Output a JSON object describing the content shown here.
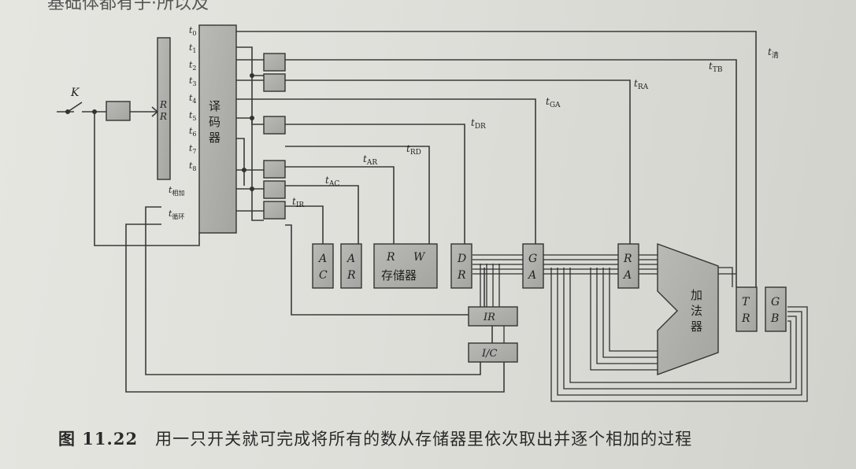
{
  "top_text": "基础体都有子·所以及",
  "caption": {
    "number": "图 11.22",
    "text": "用一只开关就可完成将所有的数从存储器里依次取出并逐个相加的过程"
  },
  "switch_label": "K",
  "rr_register": [
    "R",
    "R"
  ],
  "decoder": [
    "译",
    "码",
    "器"
  ],
  "decoder_outputs": [
    {
      "main": "t",
      "sub": "0"
    },
    {
      "main": "t",
      "sub": "1"
    },
    {
      "main": "t",
      "sub": "2"
    },
    {
      "main": "t",
      "sub": "3"
    },
    {
      "main": "t",
      "sub": "4"
    },
    {
      "main": "t",
      "sub": "5"
    },
    {
      "main": "t",
      "sub": "6"
    },
    {
      "main": "t",
      "sub": "7"
    },
    {
      "main": "t",
      "sub": "8"
    },
    {
      "main": "t",
      "sub": "相加"
    },
    {
      "main": "t",
      "sub": "循环"
    }
  ],
  "control_labels": [
    {
      "main": "t",
      "sub": "清"
    },
    {
      "main": "t",
      "sub": "TB"
    },
    {
      "main": "t",
      "sub": "RA"
    },
    {
      "main": "t",
      "sub": "GA"
    },
    {
      "main": "t",
      "sub": "DR"
    },
    {
      "main": "t",
      "sub": "RD"
    },
    {
      "main": "t",
      "sub": "AR"
    },
    {
      "main": "t",
      "sub": "AC"
    },
    {
      "main": "t",
      "sub": "IR"
    }
  ],
  "registers": {
    "ac": [
      "A",
      "C"
    ],
    "ar": [
      "A",
      "R"
    ],
    "mem_rw": [
      "R",
      "W"
    ],
    "memory": "存储器",
    "dr": [
      "D",
      "R"
    ],
    "ga": [
      "G",
      "A"
    ],
    "ra": [
      "R",
      "A"
    ],
    "adder": [
      "加",
      "法",
      "器"
    ],
    "tr": [
      "T",
      "R"
    ],
    "gb": [
      "G",
      "B"
    ],
    "ir": "IR",
    "ic": "I/C"
  }
}
